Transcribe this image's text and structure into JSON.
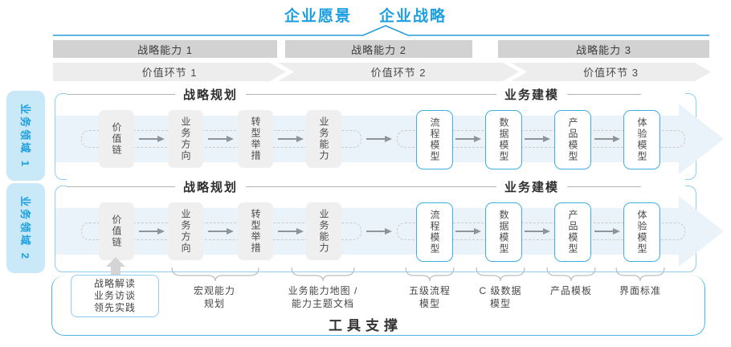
{
  "header": {
    "vision": "企业愿景",
    "strategy": "企业战略"
  },
  "capability_bars": [
    "战略能力 1",
    "战略能力 2",
    "战略能力 3"
  ],
  "value_chevrons": [
    "价值环节 1",
    "价值环节 2",
    "价值环节 3"
  ],
  "domains": [
    "业务领域 1",
    "业务领域 2"
  ],
  "row": {
    "planning_title": "战略规划",
    "modeling_title": "业务建模",
    "planning_boxes": [
      "价值链",
      "业务方向",
      "转型举措",
      "业务能力"
    ],
    "modeling_boxes": [
      "流程模型",
      "数据模型",
      "产品模型",
      "体验模型"
    ]
  },
  "bottom": {
    "practice_box": [
      "战略解读",
      "业务访谈",
      "领先实践"
    ],
    "labels": [
      {
        "l1": "宏观能力",
        "l2": "规划"
      },
      {
        "l1": "业务能力地图 /",
        "l2": "能力主题文档"
      },
      {
        "l1": "五级流程",
        "l2": "模型"
      },
      {
        "l1": "C 级数据",
        "l2": "模型"
      },
      {
        "l1": "产品模板",
        "l2": ""
      },
      {
        "l1": "界面标准",
        "l2": ""
      }
    ],
    "footer": "工具支撑"
  },
  "colors": {
    "accent_blue": "#1B9FE0",
    "divider_blue": "#2B9BD7",
    "row_border_blue": "#8FCEEC",
    "model_box_border": "#3FAFE4",
    "tool_border": "#4FB3E5",
    "domain_fill": "#C9E8F8",
    "bar_fill": "#D2D2D2",
    "chevron_fill": "#EDEDED",
    "gray_box_fill": "#EFEFEF",
    "band_fill": "#EBF3FA"
  }
}
